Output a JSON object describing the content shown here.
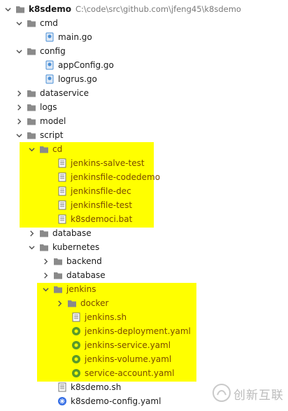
{
  "project": {
    "name": "k8sdemo",
    "path": "C:\\code\\src\\github.com\\jfeng45\\k8sdemo"
  },
  "tree": [
    {
      "label": "cmd",
      "type": "folder",
      "expanded": true
    },
    {
      "label": "main.go",
      "type": "go"
    },
    {
      "label": "config",
      "type": "folder",
      "expanded": true
    },
    {
      "label": "appConfig.go",
      "type": "go"
    },
    {
      "label": "logrus.go",
      "type": "go"
    },
    {
      "label": "dataservice",
      "type": "folder",
      "expanded": false
    },
    {
      "label": "logs",
      "type": "folder",
      "expanded": false
    },
    {
      "label": "model",
      "type": "folder",
      "expanded": false
    },
    {
      "label": "script",
      "type": "folder",
      "expanded": true
    },
    {
      "label": "cd",
      "type": "folder",
      "expanded": true
    },
    {
      "label": "jenkins-salve-test",
      "type": "file"
    },
    {
      "label": "jenkinsfile-codedemo",
      "type": "file"
    },
    {
      "label": "jenkinsfile-dec",
      "type": "file"
    },
    {
      "label": "jenkinsfile-test",
      "type": "file"
    },
    {
      "label": "k8sdemoci.bat",
      "type": "file"
    },
    {
      "label": "database",
      "type": "folder",
      "expanded": false
    },
    {
      "label": "kubernetes",
      "type": "folder",
      "expanded": true
    },
    {
      "label": "backend",
      "type": "folder",
      "expanded": false
    },
    {
      "label": "database",
      "type": "folder",
      "expanded": false
    },
    {
      "label": "jenkins",
      "type": "folder",
      "expanded": true
    },
    {
      "label": "docker",
      "type": "folder",
      "expanded": false
    },
    {
      "label": "jenkins.sh",
      "type": "file"
    },
    {
      "label": "jenkins-deployment.yaml",
      "type": "yaml"
    },
    {
      "label": "jenkins-service.yaml",
      "type": "yaml"
    },
    {
      "label": "jenkins-volume.yaml",
      "type": "yaml"
    },
    {
      "label": "service-account.yaml",
      "type": "yaml"
    },
    {
      "label": "k8sdemo.sh",
      "type": "file"
    },
    {
      "label": "k8sdemo-config.yaml",
      "type": "k8s"
    }
  ],
  "watermark": {
    "text": "创新互联"
  },
  "colors": {
    "highlight": "#ffff00",
    "folder": "#8a8a8a",
    "go": "#4a8fd6",
    "yaml": "#5a9a2a",
    "highlight_text": "#7a4a00"
  }
}
